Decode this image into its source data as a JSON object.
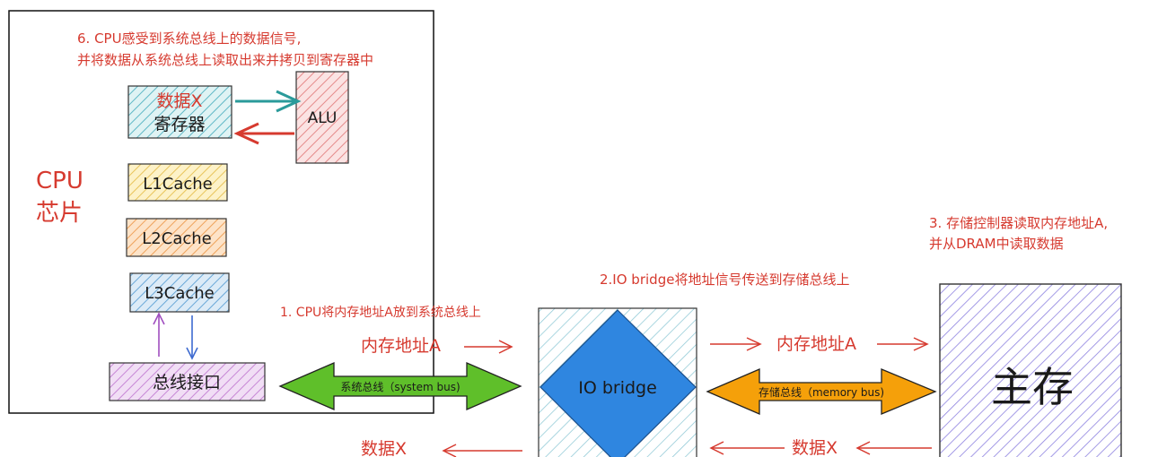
{
  "cpu": {
    "label_line1": "CPU",
    "label_line2": "芯片",
    "step6_line1": "6. CPU感受到系统总线上的数据信号,",
    "step6_line2": "并将数据从系统总线上读取出来并拷贝到寄存器中",
    "register_data": "数据X",
    "register_label": "寄存器",
    "alu_label": "ALU",
    "l1": "L1Cache",
    "l2": "L2Cache",
    "l3": "L3Cache",
    "bus_interface": "总线接口"
  },
  "system_bus": {
    "label": "系统总线（system bus)",
    "color": "#5fbf2a"
  },
  "io_bridge": {
    "label": "IO bridge",
    "color": "#2f86e0"
  },
  "memory_bus": {
    "label": "存储总线（memory bus)",
    "color": "#f5a00a"
  },
  "memory": {
    "label": "主存"
  },
  "steps": {
    "step1": "1. CPU将内存地址A放到系统总线上",
    "step2": "2.IO bridge将地址信号传送到存储总线上",
    "step3_line1": "3. 存储控制器读取内存地址A,",
    "step3_line2": "并从DRAM中读取数据"
  },
  "flow": {
    "addr_left": "内存地址A",
    "addr_right": "内存地址A",
    "data_left": "数据X",
    "data_right": "数据X"
  },
  "colors": {
    "accent_red": "#d63a2f",
    "teal_arrow": "#2a9a9a"
  }
}
